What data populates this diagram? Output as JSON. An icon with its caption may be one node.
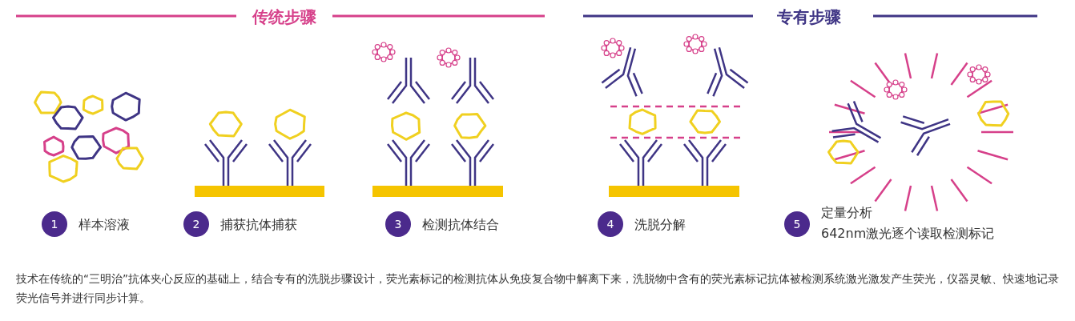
{
  "diagram": {
    "caption": "技术在传统的“三明治”抗体夹心反应的基础上，结合专有的洗脱步骤设计，荧光素标记的检测抗体从免疫复合物中解离下来，洗脱物中含有的荧光素标记抗体被检测系统激光激发产生荧光，仪器灵敏、快速地记录荧光信号并进行同步计算。",
    "nodes": [
      {
        "text": [
          "1"
        ],
        "beside": [
          "样本溶液"
        ]
      },
      {
        "text": [
          "2"
        ],
        "beside": [
          "捕获抗体捕获"
        ]
      },
      {
        "text": [
          "3"
        ],
        "beside": [
          "检测抗体结合"
        ]
      },
      {
        "text": [
          "4"
        ],
        "beside": [
          "洗脱分解"
        ]
      },
      {
        "text": [
          "5"
        ],
        "beside": [
          "定量分析",
          "642nm激光逐个读取检测标记"
        ]
      }
    ],
    "edges": [],
    "labels": [
      "传统步骤",
      "专有步骤"
    ]
  }
}
